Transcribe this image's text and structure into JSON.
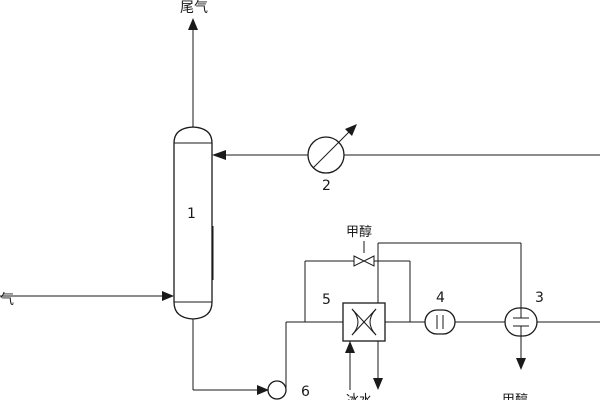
{
  "labels": {
    "top_outlet": "尾气",
    "left_inlet": "气",
    "methanol": "甲醇",
    "bottom_mid": "冰水",
    "bottom_right": "甲醇"
  },
  "equipment": {
    "column": "1",
    "heat_exchanger_2": "2",
    "separator_3": "3",
    "cooler_4": "4",
    "exchanger_5": "5",
    "pump_6": "6"
  }
}
